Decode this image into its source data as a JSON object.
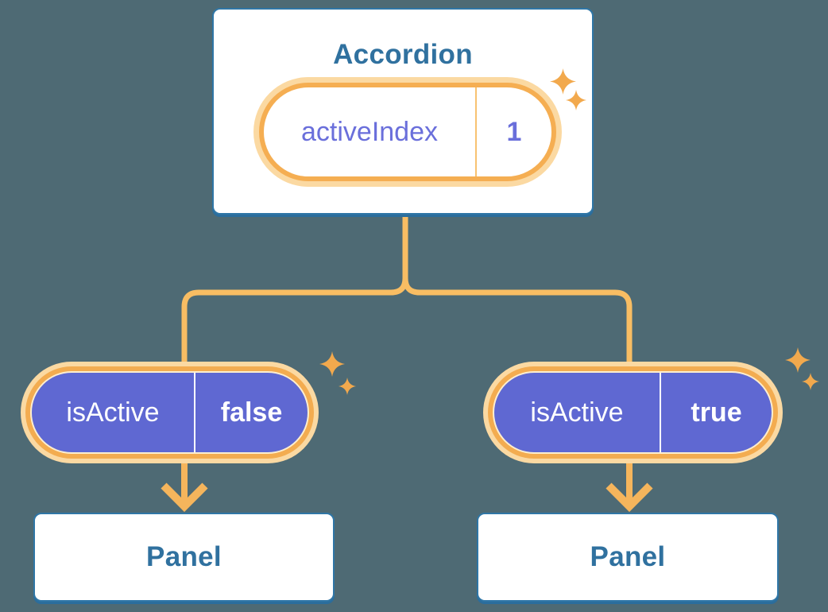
{
  "colors": {
    "background": "#4e6a74",
    "card_border_blue": "#2f76a6",
    "blue_text": "#30719f",
    "orange_ring": "#f3ac50",
    "orange_halo": "#fbd9a2",
    "orange_line": "#f8bd63",
    "orange_arrow": "#f5b55c",
    "sparkle_orange": "#f2a94d",
    "purple_fill": "#5f68d2",
    "purple_text": "#6a6fdb"
  },
  "accordion": {
    "title": "Accordion",
    "state": {
      "name": "activeIndex",
      "value": "1"
    }
  },
  "children": [
    {
      "prop": {
        "name": "isActive",
        "value": "false"
      },
      "panel_label": "Panel"
    },
    {
      "prop": {
        "name": "isActive",
        "value": "true"
      },
      "panel_label": "Panel"
    }
  ]
}
